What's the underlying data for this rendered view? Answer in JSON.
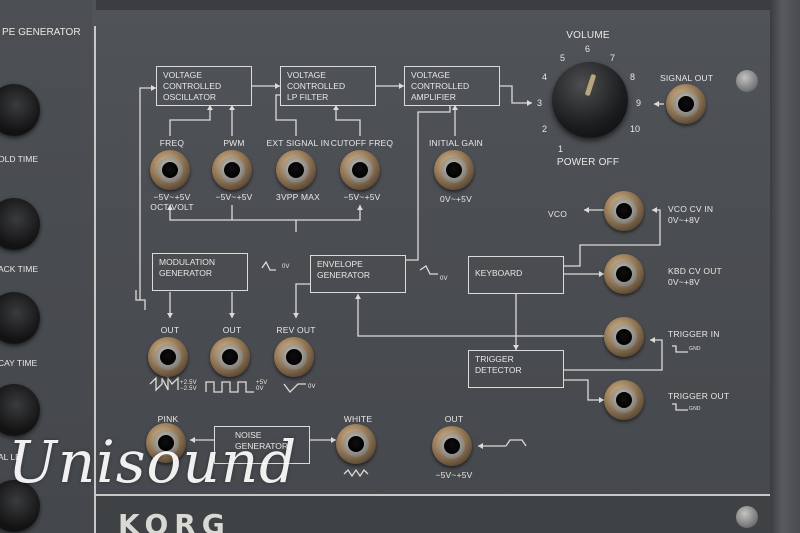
{
  "left_panel": {
    "header": "PE GENERATOR",
    "labels": [
      "OLD TIME",
      "ACK TIME",
      "CAY TIME",
      "AL LE"
    ]
  },
  "modules": {
    "vco": "VOLTAGE\nCONTROLLED\nOSCILLATOR",
    "vcf": "VOLTAGE\nCONTROLLED\nLP FILTER",
    "vca": "VOLTAGE\nCONTROLLED\nAMPLIFIER",
    "mod_gen": "MODULATION\nGENERATOR",
    "env_gen": "ENVELOPE\nGENERATOR",
    "keyboard": "KEYBOARD",
    "trigger_detector": "TRIGGER\nDETECTOR",
    "noise_gen": "NOISE\nGENERATOR"
  },
  "jacks": {
    "freq": {
      "label": "FREQ",
      "range": "−5V~+5V",
      "sub": "OCT/VOLT"
    },
    "pwm": {
      "label": "PWM",
      "range": "−5V~+5V"
    },
    "ext_signal": {
      "label": "EXT SIGNAL IN",
      "range": "3VPP MAX"
    },
    "cutoff": {
      "label": "CUTOFF FREQ",
      "range": "−5V~+5V"
    },
    "initial_gain": {
      "label": "INITIAL GAIN",
      "range": "0V~+5V"
    },
    "mod_out1": {
      "label": "OUT",
      "range": "+2.5V\n−2.5V"
    },
    "mod_out2": {
      "label": "OUT",
      "range": "+5V\n0V"
    },
    "rev_out": {
      "label": "REV OUT",
      "range": "0V"
    },
    "vco_cv_in": {
      "label": "VCO CV IN",
      "range": "0V~+8V",
      "side": "VCO"
    },
    "kbd_cv_out": {
      "label": "KBD CV OUT",
      "range": "0V~+8V"
    },
    "trigger_in": {
      "label": "TRIGGER IN",
      "range": "GND"
    },
    "trigger_out": {
      "label": "TRIGGER OUT",
      "range": "GND"
    },
    "pink": {
      "label": "PINK"
    },
    "white": {
      "label": "WHITE"
    },
    "noise_out": {
      "label": "OUT",
      "range": "−5V~+5V"
    },
    "signal_out": {
      "label": "SIGNAL OUT"
    }
  },
  "volume": {
    "label": "VOLUME",
    "power_off": "POWER OFF",
    "ticks": [
      "1",
      "2",
      "3",
      "4",
      "5",
      "6",
      "7",
      "8",
      "9",
      "10"
    ]
  },
  "env_marker": "0V",
  "watermark": "Unisound",
  "brand": "KORG",
  "colors": {
    "panel": "#4a4d51",
    "jack_nut": "#9c7f5a",
    "text": "#e8e8e4"
  }
}
